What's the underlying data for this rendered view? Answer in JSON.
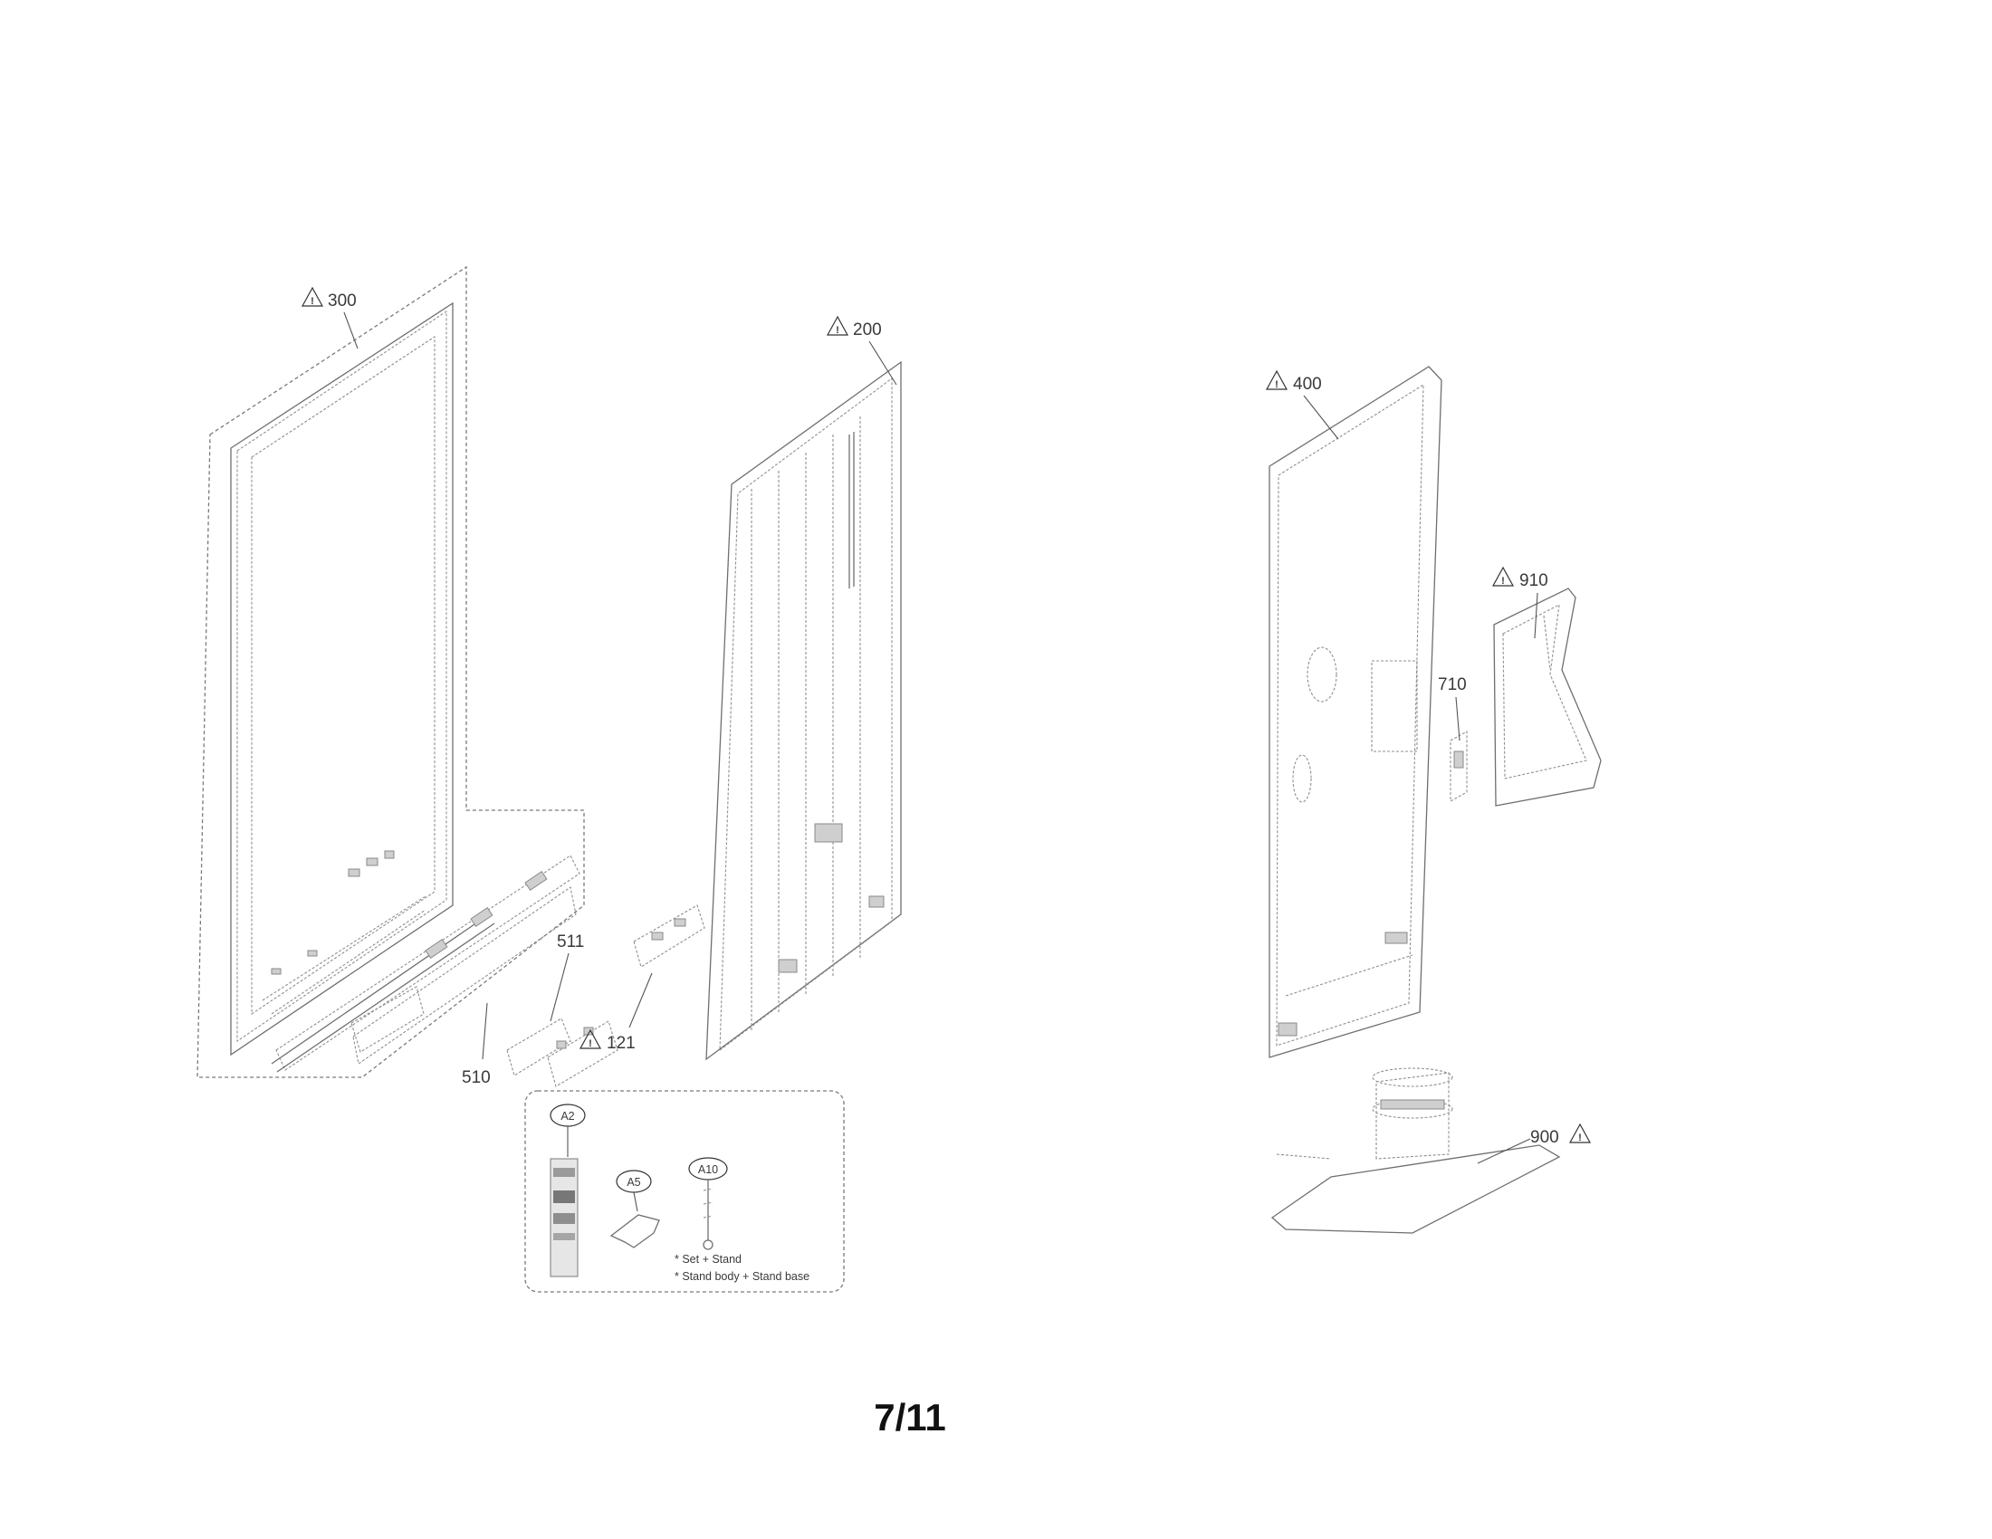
{
  "page": {
    "number": "7/11"
  },
  "callouts": {
    "c300": "300",
    "c200": "200",
    "c400": "400",
    "c910": "910",
    "c710": "710",
    "c511": "511",
    "c510": "510",
    "c121": "121",
    "c900": "900"
  },
  "screw_legend": {
    "a2": "A2",
    "a5": "A5",
    "a10": "A10",
    "note1": "* Set + Stand",
    "note2": "* Stand body + Stand base"
  }
}
